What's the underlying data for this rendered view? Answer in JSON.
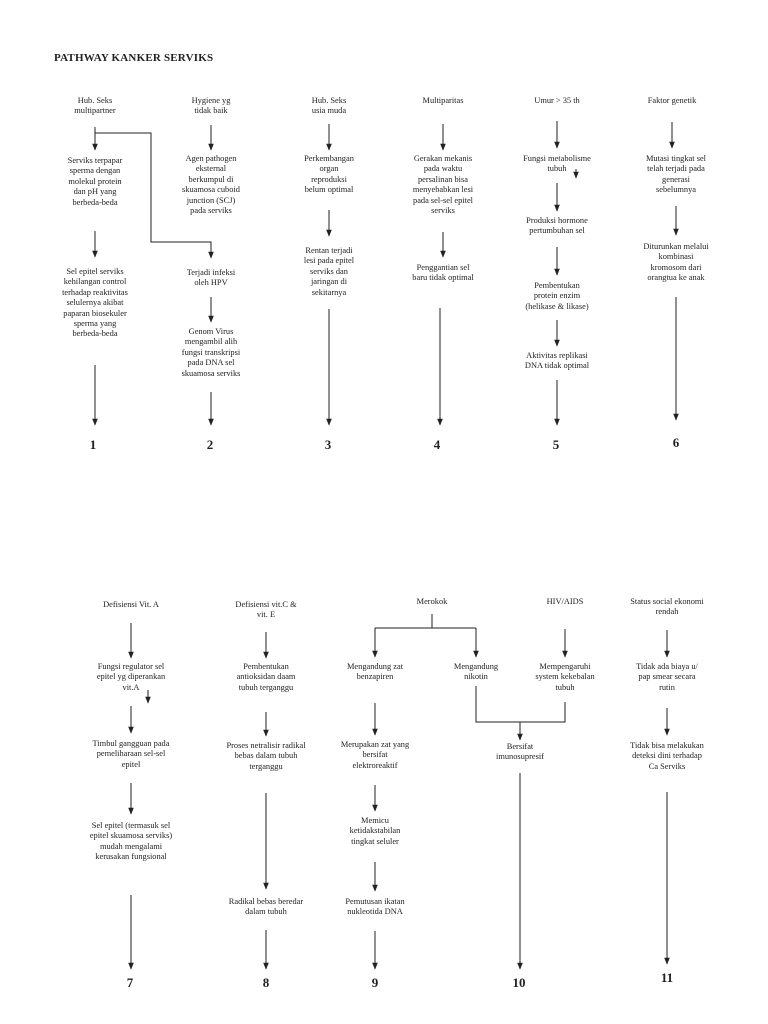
{
  "title": "PATHWAY KANKER SERVIKS",
  "top": {
    "c1": {
      "head": "Hub. Seks\nmultipartner",
      "s1": "Serviks terpapar\nsperma dengan\nmolekul protein\ndan pH yang\nberbeda-beda",
      "s2": "Sel epitel serviks\nkehilangan control\nterhadap reaktivitas\nselulernya akibat\npaparan biosekuler\nsperma yang\nberbeda-beda",
      "num": "1"
    },
    "c2": {
      "head": "Hygiene yg\ntidak baik",
      "s1": "Agen pathogen\neksternal\nberkumpul di\nskuamosa cuboid\njunction (SCJ)\npada serviks",
      "s2": "Terjadi infeksi\noleh HPV",
      "s3": "Genom Virus\nmengambil alih\nfungsi transkripsi\npada DNA sel\nskuamosa serviks",
      "num": "2"
    },
    "c3": {
      "head": "Hub. Seks\nusia muda",
      "s1": "Perkembangan\norgan\nreproduksi\nbelum optimal",
      "s2": "Rentan terjadi\nlesi pada epitel\nserviks dan\njaringan di\nsekitarnya",
      "num": "3"
    },
    "c4": {
      "head": "Multiparitas",
      "s1": "Gerakan mekanis\npada waktu\npersalinan bisa\nmenyebabkan lesi\npada sel-sel epitel\nserviks",
      "s2": "Penggantian sel\nbaru tidak optimal",
      "num": "4"
    },
    "c5": {
      "head": "Umur > 35 th",
      "s1": "Fungsi metabolisme\ntubuh",
      "s2": "Produksi hormone\npertumbuhan sel",
      "s3": "Pembentukan\nprotein enzim\n(helikase & likase)",
      "s4": "Aktivitas replikasi\nDNA tidak optimal",
      "num": "5"
    },
    "c6": {
      "head": "Faktor genetik",
      "s1": "Mutasi tingkat sel\ntelah terjadi pada\ngenerasi\nsebelumnya",
      "s2": "Diturunkan melalui\nkombinasi\nkromosom dari\norangtua ke anak",
      "num": "6"
    }
  },
  "bottom": {
    "c7": {
      "head": "Defisiensi Vit. A",
      "s1": "Fungsi regulator sel\nepitel yg diperankan\nvit.A",
      "s2": "Timbul gangguan pada\npemeliharaan sel-sel\nepitel",
      "s3": "Sel epitel (termasuk sel\nepitel skuamosa serviks)\nmudah mengalami\nkerusakan fungsional",
      "num": "7"
    },
    "c8": {
      "head": "Defisiensi vit.C &\nvit. E",
      "s1": "Pembentukan\nantioksidan daam\ntubuh terganggu",
      "s2": "Proses netralisir radikal\nbebas dalam tubuh\nterganggu",
      "s3": "Radikal bebas beredar\ndalam tubuh",
      "num": "8"
    },
    "merokok": "Merokok",
    "c9": {
      "s1": "Mengandung zat\nbenzapiren",
      "s2": "Merupakan zat yang\nbersifat\nelektroreaktif",
      "s3": "Memicu\nketidakstabilan\ntingkat seluler",
      "s4": "Pemutusan ikatan\nnukleotida DNA",
      "num": "9"
    },
    "c10": {
      "head": "HIV/AIDS",
      "nikotin": "Mengandung\nnikotin",
      "s1": "Mempengaruhi\nsystem kekebalan\ntubuh",
      "s2": "Bersifat\nimunosupresif",
      "num": "10"
    },
    "c11": {
      "head": "Status social ekonomi\nrendah",
      "s1": "Tidak ada biaya u/\npap smear secara\nrutin",
      "s2": "Tidak bisa melakukan\ndeteksi dini terhadap\nCa Serviks",
      "num": "11"
    }
  }
}
